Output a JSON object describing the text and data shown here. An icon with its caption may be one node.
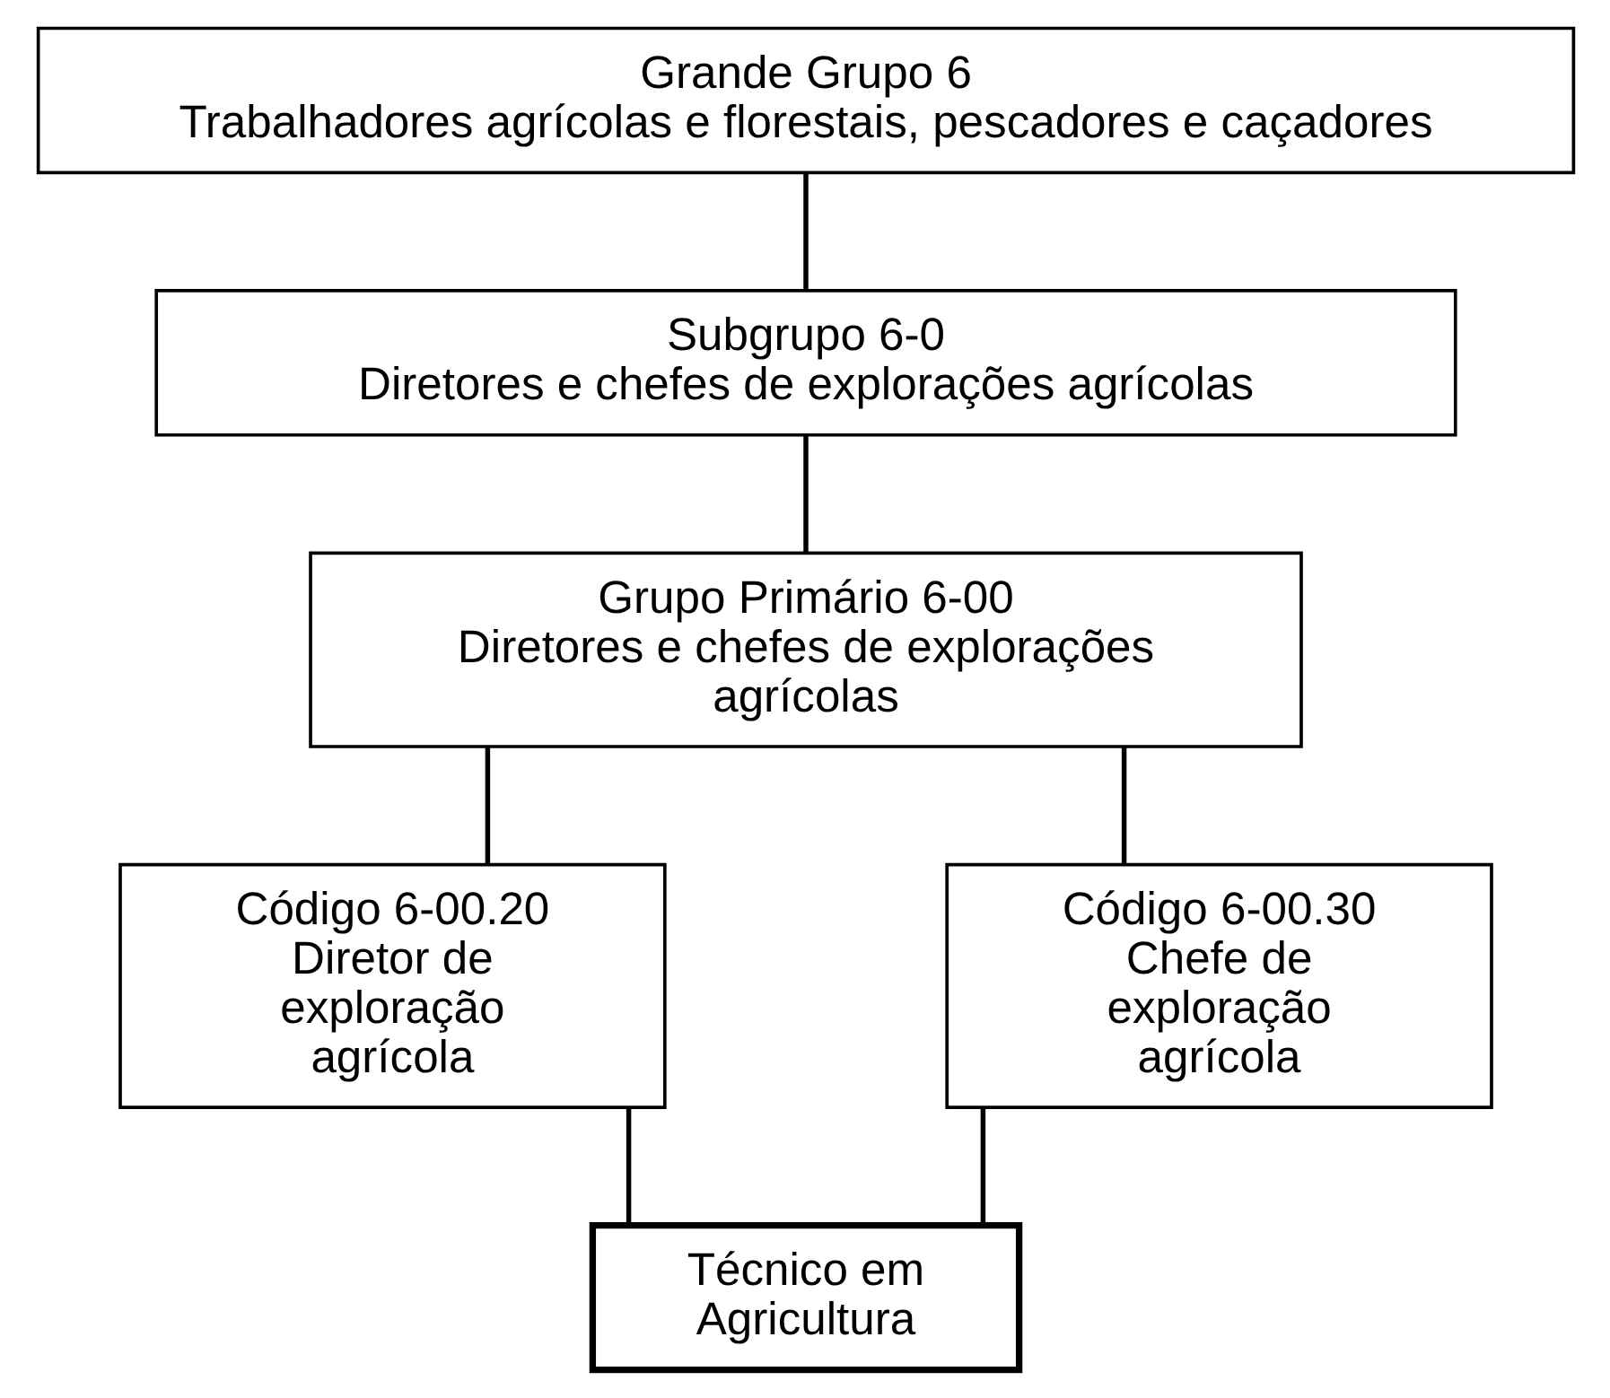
{
  "diagram": {
    "nodes": [
      {
        "text": [
          "Grande Grupo 6",
          "Trabalhadores agrícolas e florestais, pescadores e caçadores"
        ]
      },
      {
        "text": [
          "Subgrupo 6-0",
          "Diretores e chefes de explorações agrícolas"
        ]
      },
      {
        "text": [
          "Grupo Primário 6-00",
          "Diretores e chefes de explorações agrícolas"
        ]
      },
      {
        "text": [
          "Código 6-00.20",
          "Diretor de exploração agrícola"
        ]
      },
      {
        "text": [
          "Código 6-00.30",
          "Chefe de exploração agrícola"
        ]
      },
      {
        "text": [
          "Técnico em Agricultura"
        ]
      }
    ],
    "edges": [
      {
        "from": 0,
        "to": 1,
        "arrow": "none"
      },
      {
        "from": 1,
        "to": 2,
        "arrow": "none"
      },
      {
        "from": 2,
        "to": 3,
        "arrow": "none"
      },
      {
        "from": 2,
        "to": 4,
        "arrow": "none"
      },
      {
        "from": 3,
        "to": 5,
        "arrow": "none"
      },
      {
        "from": 4,
        "to": 5,
        "arrow": "none"
      }
    ]
  }
}
